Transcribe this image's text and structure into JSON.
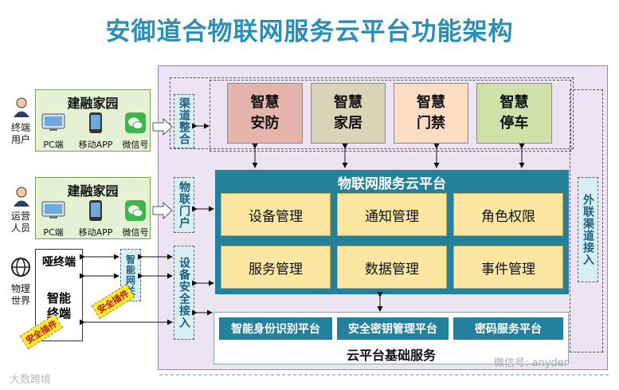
{
  "title": "安御道合物联网服务云平台功能架构",
  "side_labels": {
    "channel": "渠道整合",
    "iot_portal": "物联门户",
    "device_access": "设备安全接入",
    "gateway": "智能网关",
    "external": "外联渠道接入"
  },
  "top_modules": [
    "智慧\n安防",
    "智慧\n家居",
    "智慧\n门禁",
    "智慧\n停车"
  ],
  "top_colors": [
    "#e5b5ac",
    "#d9d3b8",
    "#fcdcc3",
    "#cfe0a8"
  ],
  "platform": {
    "title": "物联网服务云平台",
    "modules": [
      "设备管理",
      "通知管理",
      "角色权限",
      "服务管理",
      "数据管理",
      "事件管理"
    ]
  },
  "base": {
    "title": "云平台基础服务",
    "modules": [
      "智能身份识别平台",
      "安全密钥管理平台",
      "密码服务平台"
    ]
  },
  "clients": [
    {
      "title": "建融家园",
      "devices": [
        "PC端",
        "移动APP",
        "微信号"
      ]
    },
    {
      "title": "建融家园",
      "devices": [
        "PC端",
        "移动APP",
        "微信号"
      ]
    }
  ],
  "people": [
    "终端\n用户",
    "运营\n人员",
    "物理\n世界"
  ],
  "terminal": {
    "mute": "哑终端",
    "smart": "智能\n终端"
  },
  "security_plugin": "安全插件",
  "watermarks": {
    "left": "大数跨境",
    "right": "微信号: anyder"
  }
}
